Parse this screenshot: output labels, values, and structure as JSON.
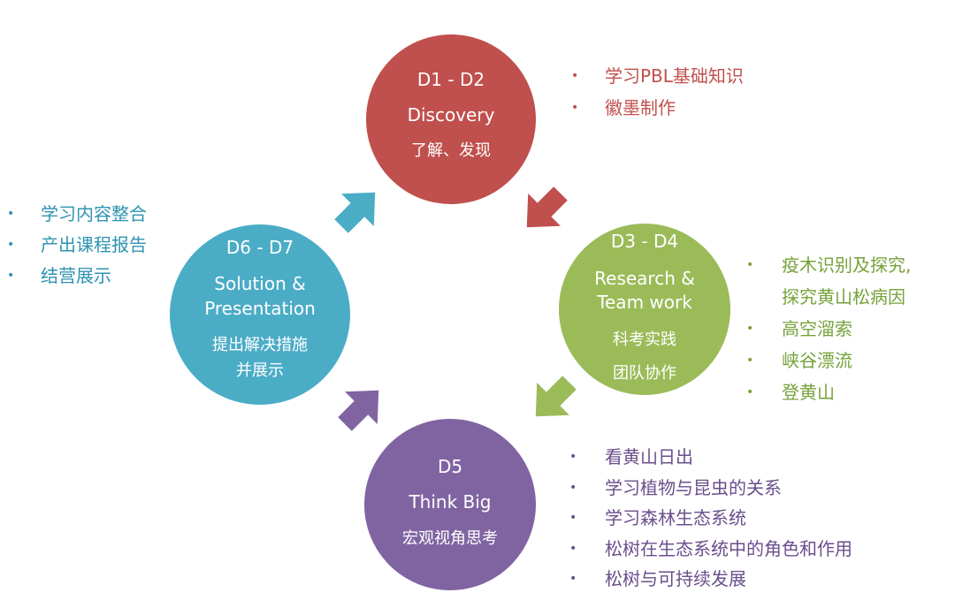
{
  "stages": [
    {
      "id": "d1-d2",
      "days": "D1 - D2",
      "title_lines": [
        "Discovery"
      ],
      "subtitle_lines": [
        "了解、发现"
      ],
      "color": "#c0504d",
      "activities": [
        "学习PBL基础知识",
        "徽墨制作"
      ]
    },
    {
      "id": "d3-d4",
      "days": "D3 - D4",
      "title_lines": [
        "Research &",
        "Team work"
      ],
      "subtitle_lines": [
        "科考实践",
        "团队协作"
      ],
      "color": "#9bbb59",
      "activities": [
        "疫木识别及探究,",
        "探究黄山松病因",
        "高空溜索",
        "峡谷漂流",
        "登黄山"
      ]
    },
    {
      "id": "d5",
      "days": "D5",
      "title_lines": [
        "Think Big"
      ],
      "subtitle_lines": [
        "宏观视角思考"
      ],
      "color": "#8064a2",
      "activities": [
        "看黄山日出",
        "学习植物与昆虫的关系",
        "学习森林生态系统",
        "松树在生态系统中的角色和作用",
        "松树与可持续发展"
      ]
    },
    {
      "id": "d6-d7",
      "days": "D6 - D7",
      "title_lines": [
        "Solution &",
        "Presentation"
      ],
      "subtitle_lines": [
        "提出解决措施",
        "并展示"
      ],
      "color": "#4bacc6",
      "activities": [
        "学习内容整合",
        "产出课程报告",
        "结营展示"
      ]
    }
  ],
  "bullet_glyph": "•",
  "arrow_colors": {
    "d1_to_d3": "#c0504d",
    "d3_to_d5": "#9bbb59",
    "d5_to_d6": "#8064a2",
    "d6_to_d1": "#4bacc6"
  }
}
